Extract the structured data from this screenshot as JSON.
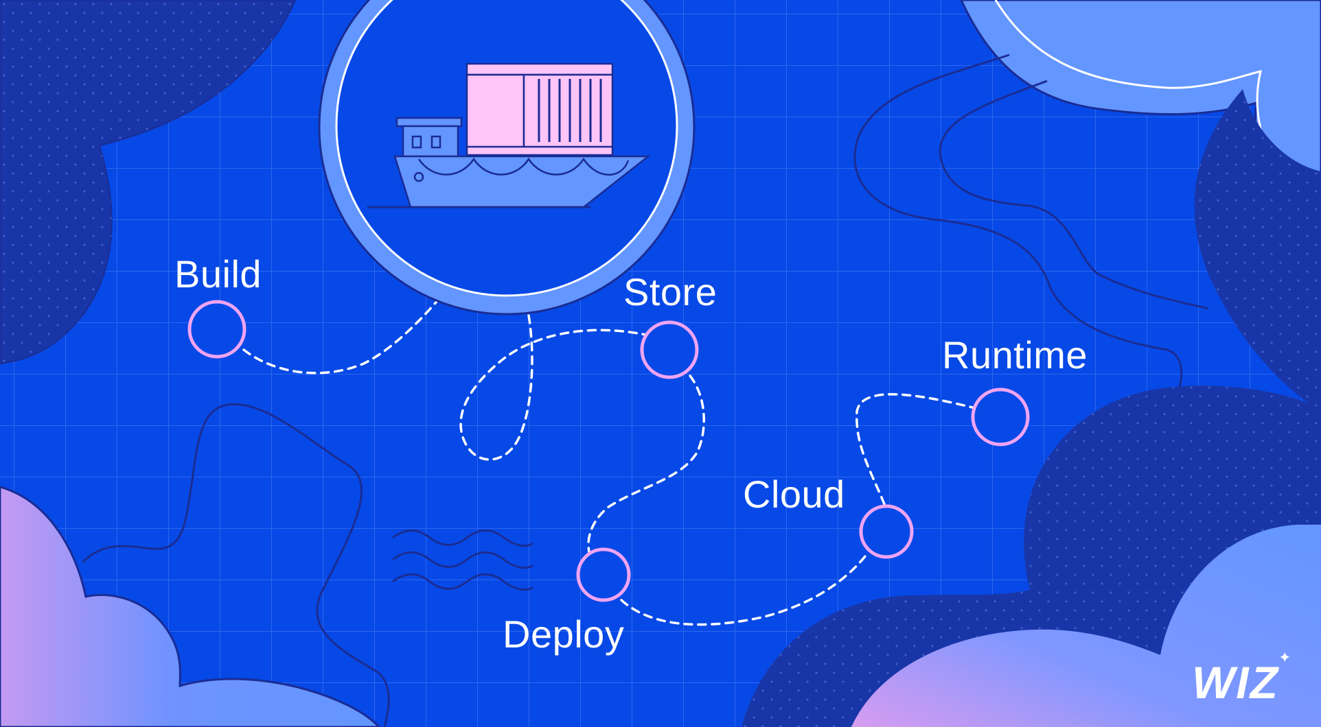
{
  "stages": {
    "build": "Build",
    "store": "Store",
    "runtime": "Runtime",
    "cloud": "Cloud",
    "deploy": "Deploy"
  },
  "brand": {
    "logo_text": "WIZ",
    "sparkle_glyph": "✦"
  },
  "icons": {
    "hero": "container-ship-icon",
    "waves": "waves-icon",
    "nodes": "stage-node-icon"
  },
  "colors": {
    "background": "#0749e6",
    "grid": "#2f67f0",
    "dark_blob": "#1936a8",
    "light_blob": "#6396ff",
    "node_ring": "#f0a4f2",
    "container_pink": "#ffc4f8"
  }
}
